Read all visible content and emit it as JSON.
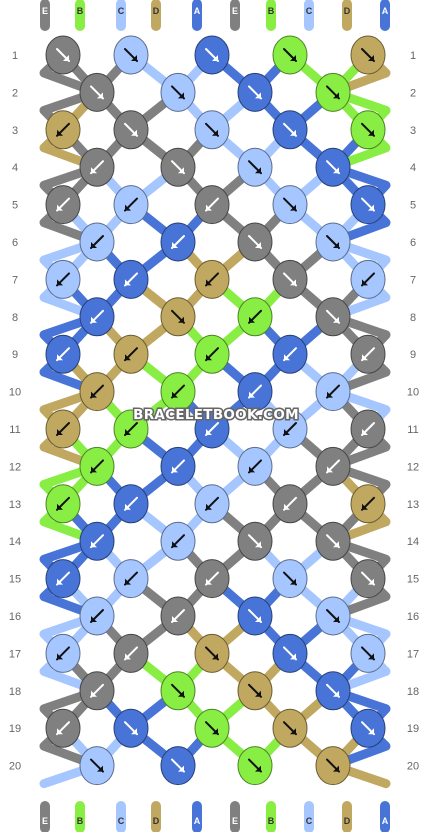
{
  "watermark": "BRACELETBOOK.COM",
  "colors": {
    "E": "#808080",
    "B": "#88ee44",
    "C": "#a6c6ff",
    "D": "#c0a860",
    "A": "#4774d6"
  },
  "top_strands": [
    "E",
    "B",
    "C",
    "D",
    "A",
    "E",
    "B",
    "C",
    "D",
    "A"
  ],
  "bottom_strands": [
    "E",
    "B",
    "C",
    "D",
    "A",
    "E",
    "B",
    "C",
    "D",
    "A"
  ],
  "row_numbers": [
    "1",
    "2",
    "3",
    "4",
    "5",
    "6",
    "7",
    "8",
    "9",
    "10",
    "11",
    "12",
    "13",
    "14",
    "15",
    "16",
    "17",
    "18",
    "19",
    "20"
  ],
  "rows": [
    [
      {
        "c": "E",
        "d": "R"
      },
      {
        "c": "C",
        "d": "R"
      },
      {
        "c": "A",
        "d": "R"
      },
      {
        "c": "B",
        "d": "R"
      },
      {
        "c": "D",
        "d": "R"
      }
    ],
    [
      {
        "c": "E",
        "d": "R"
      },
      {
        "c": "C",
        "d": "R"
      },
      {
        "c": "A",
        "d": "R"
      },
      {
        "c": "B",
        "d": "R"
      }
    ],
    [
      {
        "c": "D",
        "d": "L"
      },
      {
        "c": "E",
        "d": "R"
      },
      {
        "c": "C",
        "d": "R"
      },
      {
        "c": "A",
        "d": "R"
      },
      {
        "c": "B",
        "d": "R"
      }
    ],
    [
      {
        "c": "E",
        "d": "L"
      },
      {
        "c": "E",
        "d": "R"
      },
      {
        "c": "C",
        "d": "R"
      },
      {
        "c": "A",
        "d": "R"
      }
    ],
    [
      {
        "c": "E",
        "d": "L"
      },
      {
        "c": "C",
        "d": "L"
      },
      {
        "c": "E",
        "d": "L"
      },
      {
        "c": "C",
        "d": "R"
      },
      {
        "c": "A",
        "d": "R"
      }
    ],
    [
      {
        "c": "C",
        "d": "L"
      },
      {
        "c": "A",
        "d": "L"
      },
      {
        "c": "E",
        "d": "R"
      },
      {
        "c": "C",
        "d": "R"
      }
    ],
    [
      {
        "c": "C",
        "d": "L"
      },
      {
        "c": "A",
        "d": "L"
      },
      {
        "c": "D",
        "d": "L"
      },
      {
        "c": "E",
        "d": "R"
      },
      {
        "c": "C",
        "d": "L"
      }
    ],
    [
      {
        "c": "A",
        "d": "L"
      },
      {
        "c": "D",
        "d": "R"
      },
      {
        "c": "B",
        "d": "L"
      },
      {
        "c": "E",
        "d": "R"
      }
    ],
    [
      {
        "c": "A",
        "d": "L"
      },
      {
        "c": "D",
        "d": "L"
      },
      {
        "c": "B",
        "d": "L"
      },
      {
        "c": "A",
        "d": "L"
      },
      {
        "c": "E",
        "d": "L"
      }
    ],
    [
      {
        "c": "D",
        "d": "L"
      },
      {
        "c": "B",
        "d": "L"
      },
      {
        "c": "A",
        "d": "L"
      },
      {
        "c": "C",
        "d": "L"
      }
    ],
    [
      {
        "c": "D",
        "d": "L"
      },
      {
        "c": "B",
        "d": "L"
      },
      {
        "c": "A",
        "d": "L"
      },
      {
        "c": "C",
        "d": "L"
      },
      {
        "c": "E",
        "d": "L"
      }
    ],
    [
      {
        "c": "B",
        "d": "L"
      },
      {
        "c": "A",
        "d": "L"
      },
      {
        "c": "C",
        "d": "L"
      },
      {
        "c": "E",
        "d": "L"
      }
    ],
    [
      {
        "c": "B",
        "d": "L"
      },
      {
        "c": "A",
        "d": "L"
      },
      {
        "c": "C",
        "d": "L"
      },
      {
        "c": "E",
        "d": "L"
      },
      {
        "c": "D",
        "d": "L"
      }
    ],
    [
      {
        "c": "A",
        "d": "L"
      },
      {
        "c": "C",
        "d": "L"
      },
      {
        "c": "E",
        "d": "R"
      },
      {
        "c": "E",
        "d": "R"
      }
    ],
    [
      {
        "c": "A",
        "d": "L"
      },
      {
        "c": "C",
        "d": "L"
      },
      {
        "c": "E",
        "d": "L"
      },
      {
        "c": "C",
        "d": "R"
      },
      {
        "c": "E",
        "d": "R"
      }
    ],
    [
      {
        "c": "C",
        "d": "L"
      },
      {
        "c": "E",
        "d": "L"
      },
      {
        "c": "A",
        "d": "R"
      },
      {
        "c": "C",
        "d": "R"
      }
    ],
    [
      {
        "c": "C",
        "d": "L"
      },
      {
        "c": "E",
        "d": "L"
      },
      {
        "c": "D",
        "d": "R"
      },
      {
        "c": "A",
        "d": "R"
      },
      {
        "c": "C",
        "d": "R"
      }
    ],
    [
      {
        "c": "E",
        "d": "L"
      },
      {
        "c": "B",
        "d": "R"
      },
      {
        "c": "D",
        "d": "R"
      },
      {
        "c": "A",
        "d": "R"
      }
    ],
    [
      {
        "c": "E",
        "d": "L"
      },
      {
        "c": "A",
        "d": "R"
      },
      {
        "c": "B",
        "d": "R"
      },
      {
        "c": "D",
        "d": "R"
      },
      {
        "c": "A",
        "d": "R"
      }
    ],
    [
      {
        "c": "C",
        "d": "R"
      },
      {
        "c": "A",
        "d": "R"
      },
      {
        "c": "B",
        "d": "R"
      },
      {
        "c": "D",
        "d": "R"
      }
    ]
  ]
}
